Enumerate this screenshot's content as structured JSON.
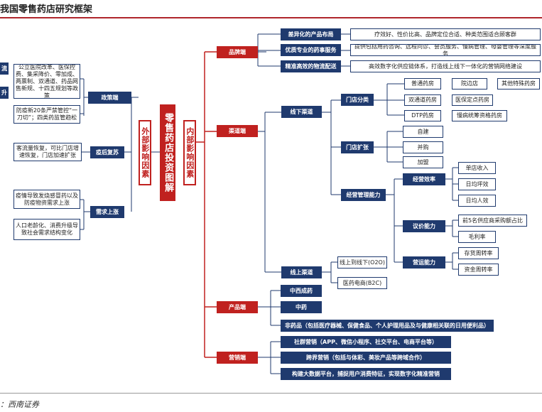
{
  "header": {
    "title": "我国零售药店研究框架"
  },
  "footer": {
    "source": "：西南证券"
  },
  "center": {
    "label": "零售药店投资图解"
  },
  "external": {
    "label": "外部影响因素",
    "clipped": [
      "流",
      "升"
    ],
    "policy": {
      "label": "政策端",
      "items": [
        "公立医院改革、医保控费、集采降价、零加成、两票制、双通道、药品网售新规、十四五规划等政策",
        "防疫新20条严禁管控“一刀切”；四类药监管趋松"
      ]
    },
    "recovery": {
      "label": "疫后复苏",
      "items": [
        "客流量恢复，可比门店增速恢复，门店加速扩张"
      ]
    },
    "demand": {
      "label": "需求上涨",
      "items": [
        "疫情导致发烧感冒药以及防疫物资需求上涨",
        "人口老龄化、消费升级导致社会需求结构变化"
      ]
    }
  },
  "internal": {
    "label": "内部影响因素",
    "brand": {
      "label": "品牌端",
      "rows": [
        {
          "label": "差异化的产品布局",
          "detail": "疗效好、性价比高、品牌定位合适、种类范围适合顾客群"
        },
        {
          "label": "优质专业的药事服务",
          "detail": "提供包括用药咨询、远程问诊、会员服务、慢病管理、母婴管理等深度服务"
        },
        {
          "label": "精准高效的物流配送",
          "detail": "高效数字化供应链体系，打造线上线下一体化的营销网络建设"
        }
      ]
    },
    "channel": {
      "label": "渠道端",
      "offline": {
        "label": "线下渠道",
        "store_types": {
          "label": "门店分类",
          "items": [
            "普通药房",
            "院边店",
            "其他特殊药房",
            "双通道药房",
            "医保定点药房",
            "DTP药房",
            "慢病统筹资格药房"
          ]
        },
        "expansion": {
          "label": "门店扩张",
          "items": [
            "自建",
            "并购",
            "加盟"
          ]
        },
        "operation": {
          "label": "经营管理能力",
          "efficiency": {
            "label": "经营效率",
            "items": [
              "单店收入",
              "日均坪效",
              "日均人效"
            ]
          },
          "bargaining": {
            "label": "议价能力",
            "items": [
              "前5名供应商采购额占比",
              "毛利率"
            ]
          },
          "capability": {
            "label": "营运能力",
            "items": [
              "存货周转率",
              "资金周转率"
            ]
          }
        }
      },
      "online": {
        "label": "线上渠道",
        "items": [
          "线上到线下(O2O)",
          "医药电商(B2C)"
        ]
      }
    },
    "product": {
      "label": "产品端",
      "items": [
        "中西成药",
        "中药",
        "非药品（包括医疗器械、保健食品、个人护理用品及与健康相关联的日用便利品）"
      ]
    },
    "marketing": {
      "label": "营销端",
      "items": [
        "社群营销（APP、微信小程序、社交平台、电商平台等）",
        "跨界营销（包括与体彩、美妆产品等跨域合作）",
        "构建大数据平台，捕捉用户消费特征，实现数字化精准营销"
      ]
    }
  }
}
